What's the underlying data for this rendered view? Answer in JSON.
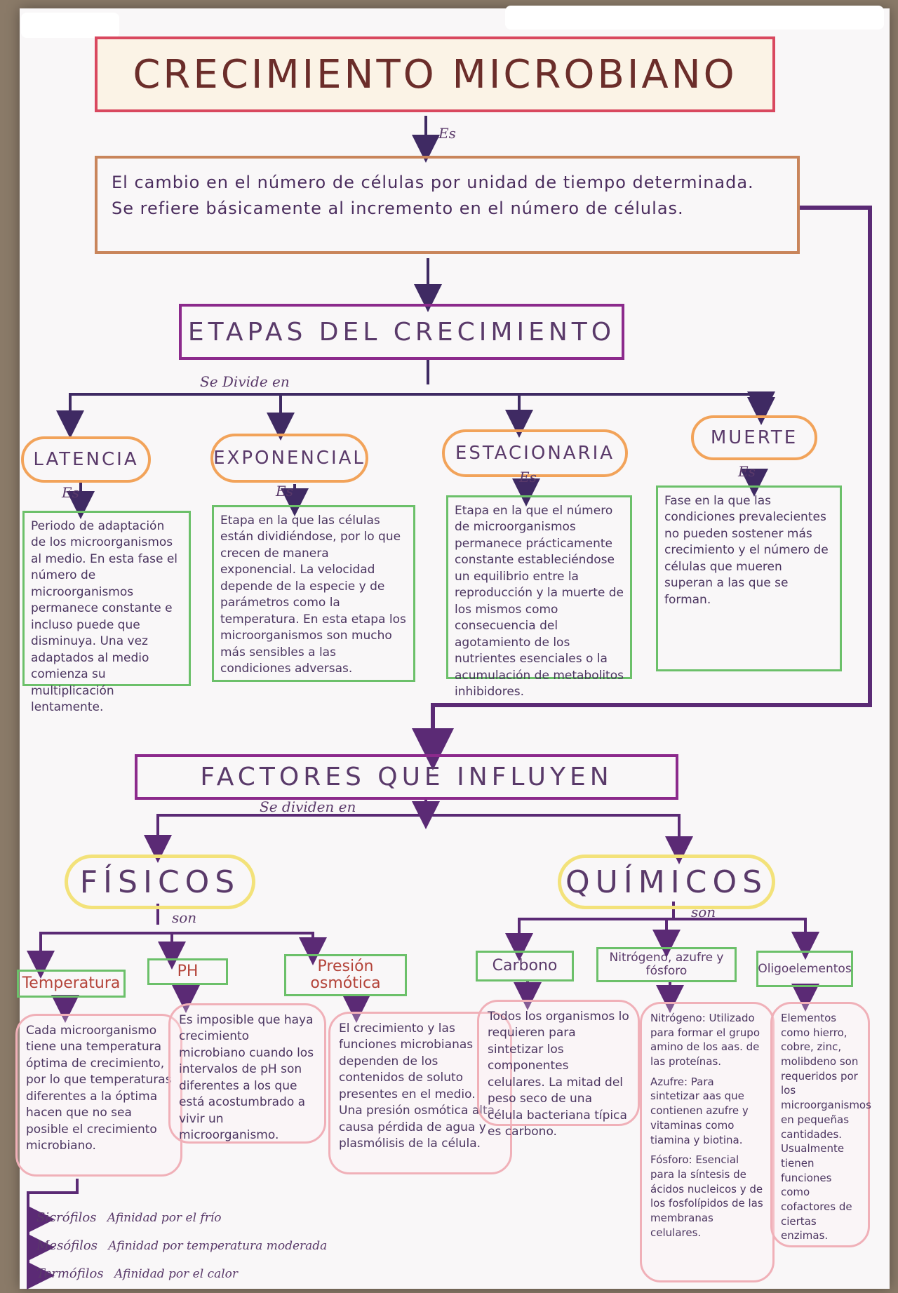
{
  "title": "CRECIMIENTO MICROBIANO",
  "connector_es": "Es",
  "definition": {
    "line1": "El cambio en el número de células por unidad de tiempo determinada.",
    "line2": "Se refiere básicamente al incremento en el número de células."
  },
  "etapas": {
    "title": "ETAPAS DEL CRECIMIENTO",
    "connector": "Se Divide en",
    "stages": [
      {
        "name": "LATENCIA",
        "es": "Es",
        "text": "Periodo de adaptación de los microorganismos al medio. En esta fase el número de microorganismos permanece constante e incluso puede que disminuya. Una vez adaptados al medio comienza su multiplicación lentamente."
      },
      {
        "name": "EXPONENCIAL",
        "es": "Es",
        "text": "Etapa en la que las células están dividiéndose, por lo que crecen de manera exponencial. La velocidad depende de la especie y de parámetros como la temperatura. En esta etapa los microorganismos son mucho más sensibles a las condiciones adversas."
      },
      {
        "name": "ESTACIONARIA",
        "es": "Es",
        "text": "Etapa en la que el número de microorganismos permanece prácticamente constante estableciéndose un equilibrio entre la reproducción y la muerte de los mismos como consecuencia del agotamiento de los nutrientes esenciales o la acumulación de metabolitos inhibidores."
      },
      {
        "name": "MUERTE",
        "es": "Es",
        "text": "Fase en la que las condiciones prevalecientes no pueden sostener más crecimiento y el número de células que mueren superan a las que se forman."
      }
    ]
  },
  "factores": {
    "title": "FACTORES QUE INFLUYEN",
    "connector": "Se dividen en",
    "fisicos": {
      "title": "FÍSICOS",
      "connector": "son",
      "items": [
        {
          "name": "Temperatura",
          "text": "Cada microorganismo tiene una temperatura óptima de crecimiento, por lo que temperaturas diferentes a la óptima hacen que no sea posible el crecimiento microbiano."
        },
        {
          "name": "PH",
          "text": "Es imposible que haya crecimiento microbiano cuando los intervalos de pH son diferentes a los que está acostumbrado a vivir un microorganismo."
        },
        {
          "name": "Presión osmótica",
          "text": "El crecimiento y las funciones microbianas dependen de los contenidos de soluto presentes en el medio. Una presión osmótica alta causa pérdida de agua y plasmólisis de la célula."
        }
      ],
      "temperatura_types": [
        {
          "name": "Sicrófilos",
          "desc": "Afinidad por el frío"
        },
        {
          "name": "Mesófilos",
          "desc": "Afinidad por temperatura moderada"
        },
        {
          "name": "Termófilos",
          "desc": "Afinidad por el calor"
        }
      ]
    },
    "quimicos": {
      "title": "QUÍMICOS",
      "connector": "son",
      "items": [
        {
          "name": "Carbono",
          "text": "Todos los organismos lo requieren para sintetizar los componentes celulares. La mitad del peso seco de una célula bacteriana típica es carbono."
        },
        {
          "name": "Nitrógeno, azufre y fósforo",
          "text_nitrogeno": "Nitrógeno: Utilizado para formar el grupo amino de los aas. de las proteínas.",
          "text_azufre": "Azufre: Para sintetizar aas que contienen azufre y vitaminas como tiamina y biotina.",
          "text_fosforo": "Fósforo: Esencial para la síntesis de ácidos nucleicos y de los fosfolípidos de las membranas celulares."
        },
        {
          "name": "Oligoelementos",
          "text": "Elementos como hierro, cobre, zinc, molibdeno son requeridos por los microorganismos en pequeñas cantidades. Usualmente tienen funciones como cofactores de ciertas enzimas."
        }
      ]
    }
  },
  "colors": {
    "title_border": "#d9485f",
    "definition_border": "#c9855b",
    "section_border": "#8c2a8c",
    "stage_oval": "#f2a35a",
    "factor_oval": "#f3e27a",
    "content_box": "#6cc06a",
    "cloud_border": "#f0b0b8",
    "connector": "#5b2a75"
  }
}
